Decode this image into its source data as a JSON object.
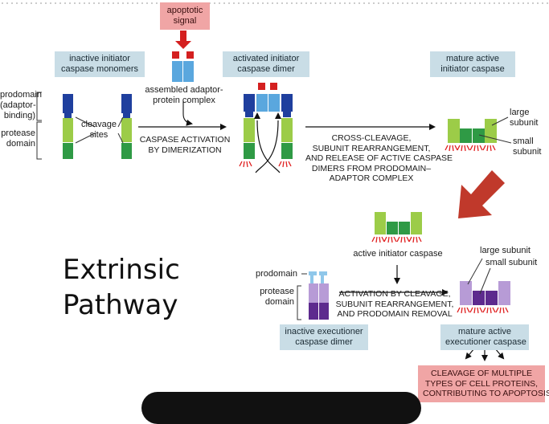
{
  "labels": {
    "apoptotic_signal": [
      "apoptotic",
      "signal"
    ],
    "inactive_monomers": [
      "inactive initiator",
      "caspase monomers"
    ],
    "activated_dimer": [
      "activated initiator",
      "caspase dimer"
    ],
    "mature_initiator": [
      "mature active",
      "initiator caspase"
    ],
    "prodomain": [
      "prodomain",
      "(adaptor-",
      "binding)"
    ],
    "protease_domain_1": [
      "protease",
      "domain"
    ],
    "cleavage_sites": [
      "cleavage",
      "sites"
    ],
    "adaptor_complex": [
      "assembled adaptor-",
      "protein complex"
    ],
    "caspase_activation": [
      "CASPASE ACTIVATION",
      "BY DIMERIZATION"
    ],
    "cross_cleavage": [
      "CROSS-CLEAVAGE,",
      "SUBUNIT REARRANGEMENT,",
      "AND RELEASE OF ACTIVE CASPASE",
      "DIMERS FROM PRODOMAIN–",
      "ADAPTOR COMPLEX"
    ],
    "large_subunit_1": [
      "large",
      "subunit"
    ],
    "small_subunit_1": [
      "small",
      "subunit"
    ],
    "active_initiator": "active initiator caspase",
    "prodomain_2": "prodomain",
    "protease_domain_2": [
      "protease",
      "domain"
    ],
    "activation_by_cleavage": [
      "ACTIVATION BY CLEAVAGE,",
      "SUBUNIT REARRANGEMENT,",
      "AND PRODOMAIN REMOVAL"
    ],
    "large_subunit_2": "large subunit",
    "small_subunit_2": "small subunit",
    "inactive_executioner": [
      "inactive executioner",
      "caspase dimer"
    ],
    "mature_executioner": [
      "mature active",
      "executioner caspase"
    ],
    "cleavage_result": [
      "CLEAVAGE OF MULTIPLE",
      "TYPES OF CELL PROTEINS,",
      "CONTRIBUTING TO APOPTOSIS"
    ],
    "title": [
      "Extrinsic",
      "Pathway"
    ]
  },
  "colors": {
    "label_box": "#c9dde6",
    "signal_box": "#f0a5a5",
    "prodomain_blue": "#1f3f9e",
    "adaptor_blue": "#5aa7de",
    "adaptor_red": "#d42020",
    "large_subunit_green": "#9ccc48",
    "small_subunit_green": "#2f9a45",
    "exec_light": "#b79bd6",
    "exec_dark": "#5d2a8e",
    "exec_prodomain": "#8fc7ea",
    "big_arrow": "#c0392b"
  },
  "icons": [
    "activity-ray-marks",
    "curved-arrow",
    "big-down-arrow"
  ]
}
